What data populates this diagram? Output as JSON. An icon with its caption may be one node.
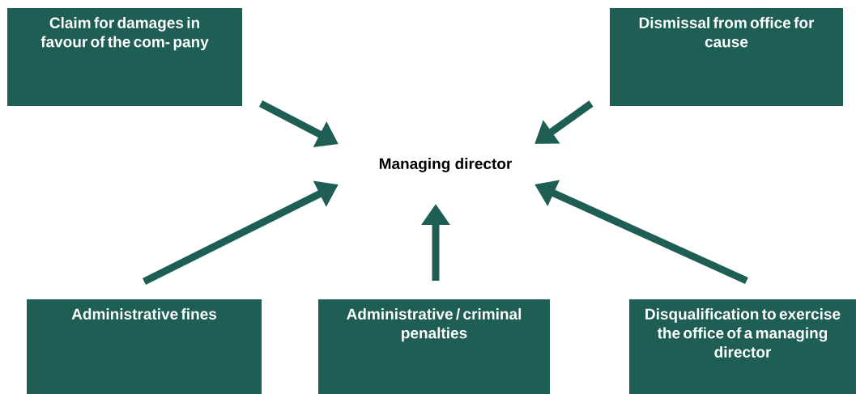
{
  "diagram": {
    "nodes": [
      {
        "text": [
          "Claim for damages in favour of the com- pany"
        ]
      },
      {
        "text": [
          "Dismissal from office for cause"
        ]
      },
      {
        "text": [
          "Managing director"
        ]
      },
      {
        "text": [
          "Administrative fines"
        ]
      },
      {
        "text": [
          "Administrative / criminal penalties"
        ]
      },
      {
        "text": [
          "Disqualification to exercise the office of a managing director"
        ]
      }
    ],
    "edges": [
      {
        "from": 0,
        "to": 2,
        "arrow": "to"
      },
      {
        "from": 1,
        "to": 2,
        "arrow": "to"
      },
      {
        "from": 3,
        "to": 2,
        "arrow": "to"
      },
      {
        "from": 4,
        "to": 2,
        "arrow": "to"
      },
      {
        "from": 5,
        "to": 2,
        "arrow": "to"
      }
    ]
  }
}
